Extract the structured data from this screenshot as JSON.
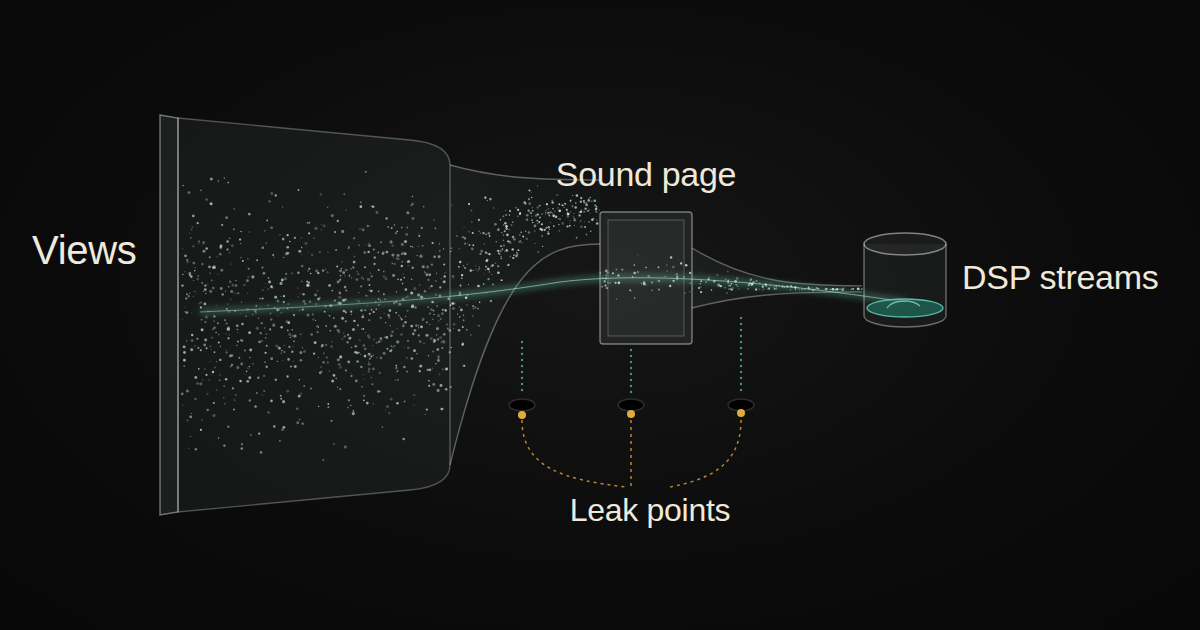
{
  "diagram": {
    "nodes": [
      {
        "text": [
          "Views"
        ]
      },
      {
        "text": [
          "Sound page"
        ]
      },
      {
        "text": [
          "DSP streams"
        ]
      }
    ],
    "edges": [
      {
        "from": 0,
        "to": 1,
        "arrow": "none"
      },
      {
        "from": 1,
        "to": 2,
        "arrow": "none"
      }
    ],
    "labels": [
      "Leak points"
    ]
  }
}
